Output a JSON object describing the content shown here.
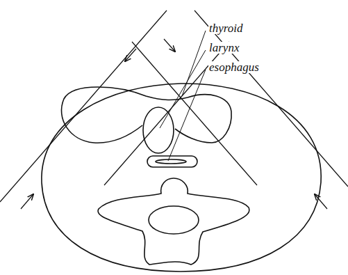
{
  "diagram": {
    "labels": [
      "thyroid",
      "larynx",
      "esophagus"
    ]
  }
}
